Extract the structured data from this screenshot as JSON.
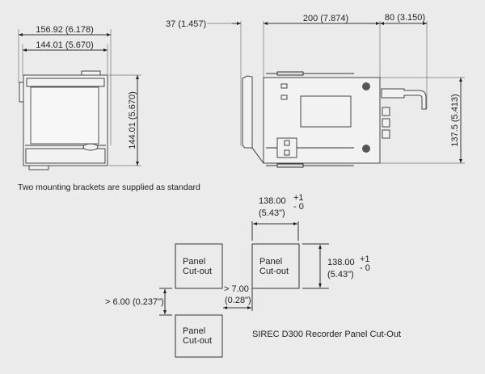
{
  "front_view": {
    "overall_width": "156.92 (6.178)",
    "cutout_width": "144.01 (5.670)",
    "height": "144.01 (5.670)",
    "caption": "Two mounting brackets are supplied as standard"
  },
  "side_view": {
    "bezel_depth": "37 (1.457)",
    "body_depth": "200 (7.874)",
    "rear_clearance": "80 (3.150)",
    "height": "137.5 (5.413)"
  },
  "cutout": {
    "panel_label_line1": "Panel",
    "panel_label_line2": "Cut-out",
    "width": "138.00",
    "width_in": "(5.43\")",
    "height": "138.00",
    "height_in": "(5.43\")",
    "tol_plus": "+1",
    "tol_minus": "- 0",
    "h_gap": "> 7.00",
    "h_gap_in": "(0.28\")",
    "v_gap": "> 6.00 (0.237\")",
    "title": "SIREC D300 Recorder Panel Cut-Out"
  }
}
